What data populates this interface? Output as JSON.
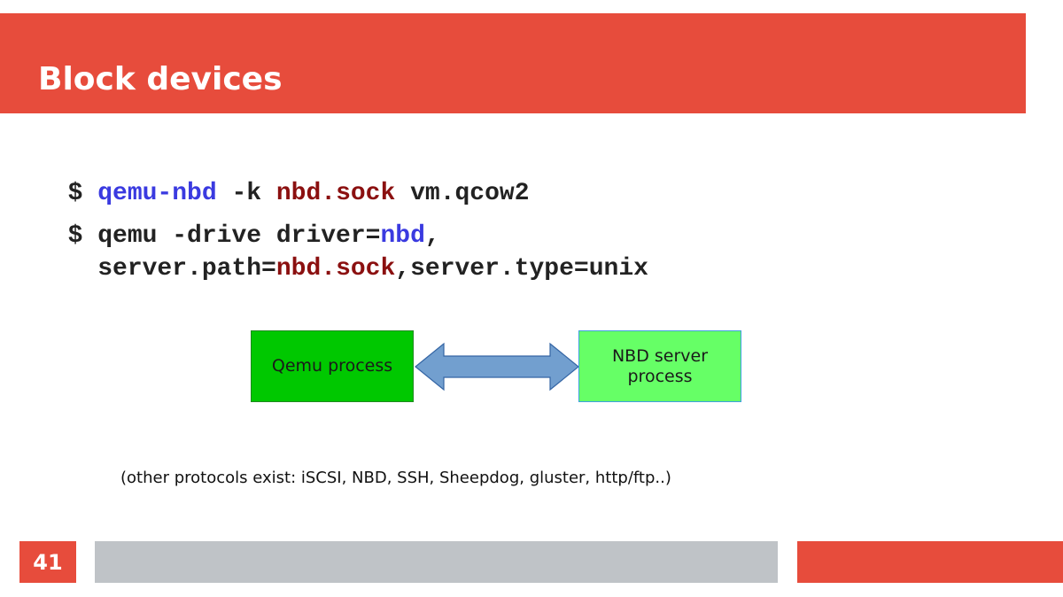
{
  "slide": {
    "title": "Block devices",
    "page_number": "41"
  },
  "code": {
    "line1": [
      {
        "text": "$ ",
        "style": "plain"
      },
      {
        "text": "qemu-nbd",
        "style": "cmd"
      },
      {
        "text": " -k ",
        "style": "plain"
      },
      {
        "text": "nbd.sock",
        "style": "arg"
      },
      {
        "text": " vm.qcow2",
        "style": "plain"
      }
    ],
    "line2": [
      {
        "text": "$ qemu -drive driver=",
        "style": "plain"
      },
      {
        "text": "nbd",
        "style": "cmd"
      },
      {
        "text": ",",
        "style": "plain"
      }
    ],
    "line3": [
      {
        "text": "  server.path=",
        "style": "plain"
      },
      {
        "text": "nbd.sock",
        "style": "arg"
      },
      {
        "text": ",server.type=unix",
        "style": "plain"
      }
    ]
  },
  "diagram": {
    "left_box": "Qemu process",
    "right_box": "NBD server process",
    "arrow_color": "#729fcf",
    "arrow_stroke": "#3465a4"
  },
  "footnote": "(other protocols exist: iSCSI, NBD, SSH, Sheepdog, gluster, http/ftp..)",
  "colors": {
    "accent": "#e74c3c",
    "command": "#3a3ae0",
    "argument": "#8b1010",
    "qemu_box": "#00c800",
    "nbd_box": "#66ff66",
    "footer_gray": "#bfc3c7"
  }
}
